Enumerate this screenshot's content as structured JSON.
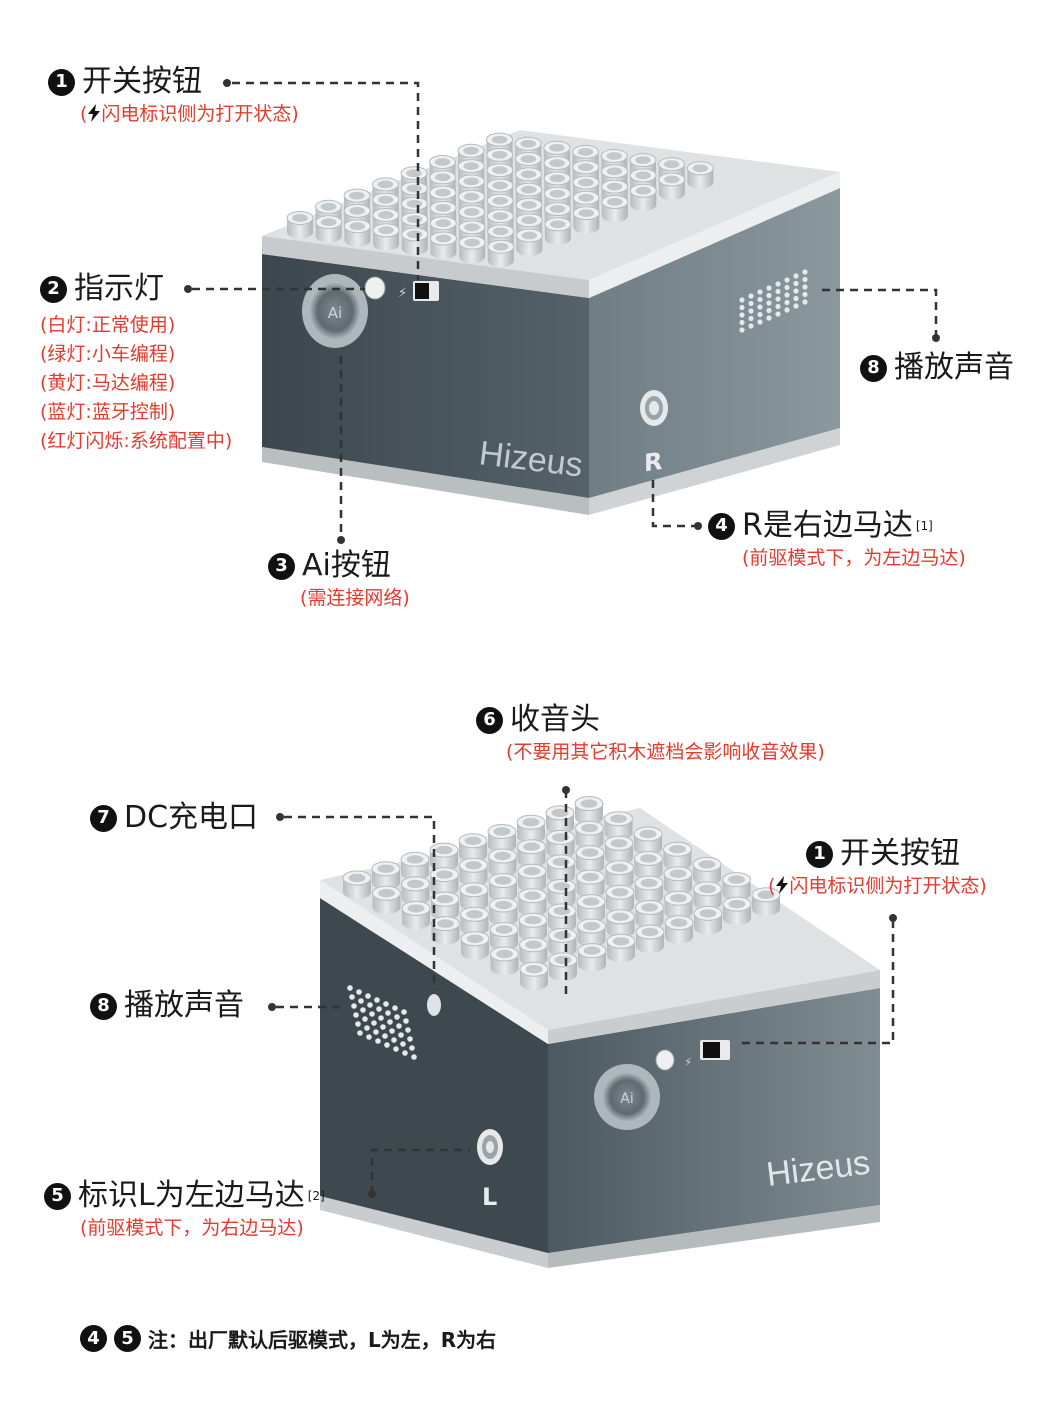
{
  "top": {
    "brand": "Hizeus",
    "ai_text": "Ai",
    "r_mark": "R",
    "c1": {
      "num": "1",
      "title": "开关按钮",
      "note_open": "(",
      "note_rest": "闪电标识侧为打开状态)"
    },
    "c2": {
      "num": "2",
      "title": "指示灯",
      "lines": [
        "(白灯:正常使用)",
        "(绿灯:小车编程)",
        "(黄灯:马达编程)",
        "(蓝灯:蓝牙控制)",
        "(红灯闪烁:系统配置中)"
      ]
    },
    "c3": {
      "num": "3",
      "title": "Ai按钮",
      "note": "(需连接网络)"
    },
    "c4": {
      "num": "4",
      "title": "R是右边马达",
      "sup": "[1]",
      "note": "(前驱模式下，为左边马达)"
    },
    "c8": {
      "num": "8",
      "title": "播放声音"
    }
  },
  "bottom": {
    "brand": "Hizeus",
    "ai_text": "Ai",
    "l_mark": "L",
    "c6": {
      "num": "6",
      "title": "收音头",
      "note": "(不要用其它积木遮档会影响收音效果)"
    },
    "c7": {
      "num": "7",
      "title": "DC充电口"
    },
    "c1": {
      "num": "1",
      "title": "开关按钮",
      "note_open": "(",
      "note_rest": "闪电标识侧为打开状态)"
    },
    "c8": {
      "num": "8",
      "title": "播放声音"
    },
    "c5": {
      "num": "5",
      "title": "标识L为左边马达",
      "sup": "[2]",
      "note": "(前驱模式下，为右边马达)"
    }
  },
  "footer": {
    "num_a": "4",
    "num_b": "5",
    "text": "注：出厂默认后驱模式，L为左，R为右"
  },
  "colors": {
    "accent": "#e53a2e",
    "body_dark": "#4f5b63",
    "body_light": "#7b8a90",
    "plate": "#d7dadc",
    "stud": "#c9cdcf"
  }
}
